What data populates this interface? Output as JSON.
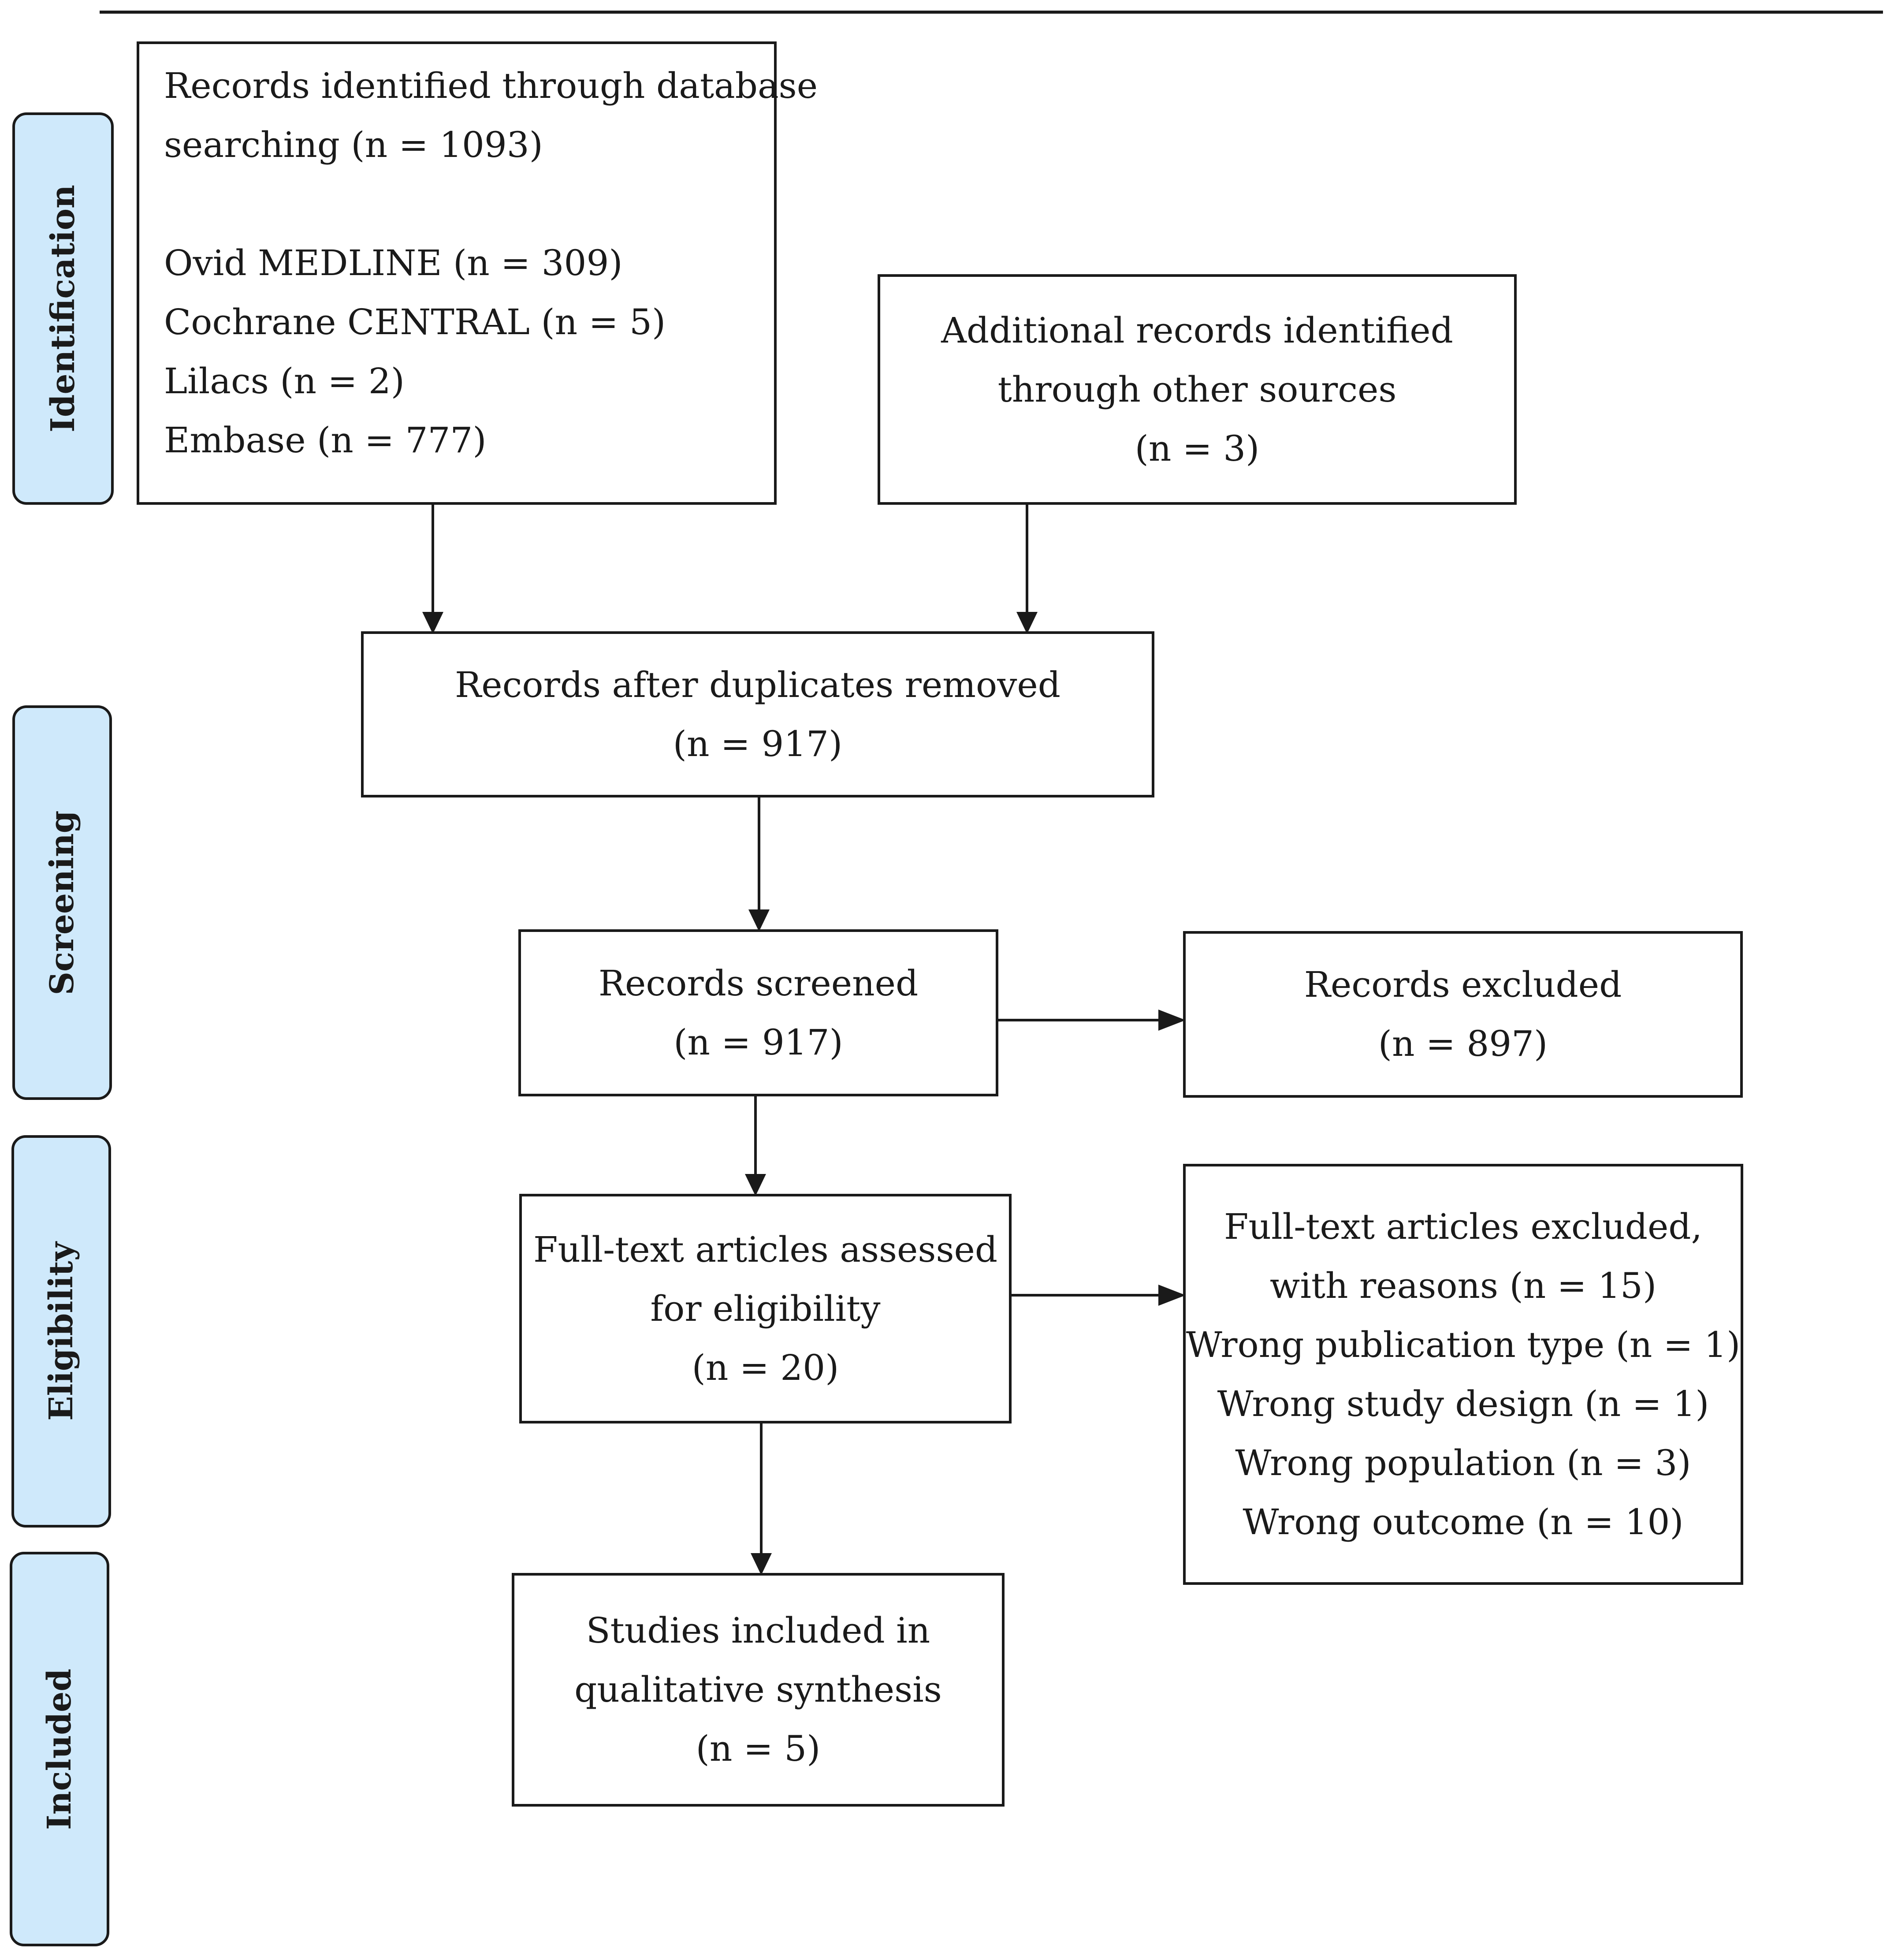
{
  "stages": {
    "identification": "Identification",
    "screening": "Screening",
    "eligibility": "Eligibility",
    "included": "Included"
  },
  "identification": {
    "database": {
      "line1": "Records identified through database",
      "line2": "searching (n = 1093)",
      "sources": [
        "Ovid MEDLINE (n = 309)",
        "Cochrane CENTRAL (n = 5)",
        "Lilacs (n = 2)",
        "Embase (n = 777)"
      ]
    },
    "other": {
      "line1": "Additional records identified",
      "line2": "through other sources",
      "line3": "(n = 3)"
    }
  },
  "screening": {
    "deduplicated": {
      "line1": "Records after duplicates removed",
      "line2": "(n = 917)"
    },
    "screened": {
      "line1": "Records screened",
      "line2": "(n = 917)"
    },
    "excluded": {
      "line1": "Records excluded",
      "line2": "(n = 897)"
    }
  },
  "eligibility": {
    "assessed": {
      "line1": "Full-text articles assessed",
      "line2": "for eligibility",
      "line3": "(n = 20)"
    },
    "excluded": {
      "line1": "Full-text articles excluded,",
      "line2": "with reasons (n = 15)",
      "reasons": [
        "Wrong publication type (n = 1)",
        "Wrong study design (n = 1)",
        "Wrong population (n = 3)",
        "Wrong outcome (n = 10)"
      ]
    }
  },
  "included": {
    "studies": {
      "line1": "Studies included in",
      "line2": "qualitative synthesis",
      "line3": "(n = 5)"
    }
  }
}
